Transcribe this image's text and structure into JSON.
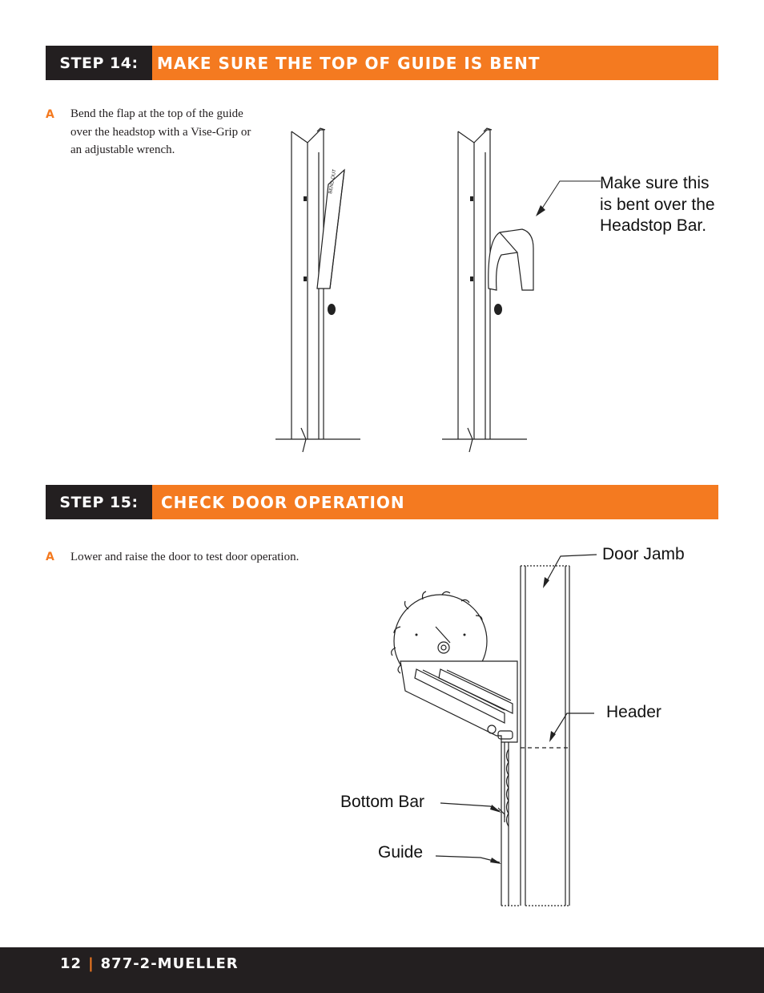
{
  "step14": {
    "label": "STEP 14:",
    "title": "MAKE SURE THE TOP OF GUIDE IS BENT",
    "instruction_letter": "A",
    "instruction_lines": [
      "Bend the flap at the top of the guide",
      "over the headstop with a Vise-Grip or",
      "an adjustable wrench."
    ],
    "figure_text": "BEND OUT",
    "callout_lines": [
      "Make sure this",
      "is bent over the",
      "Headstop Bar."
    ]
  },
  "step15": {
    "label": "STEP 15:",
    "title": "CHECK DOOR OPERATION",
    "instruction_letter": "A",
    "instruction": "Lower and raise the door to test door operation.",
    "labels": {
      "door_jamb": "Door Jamb",
      "header": "Header",
      "bottom_bar": "Bottom Bar",
      "guide": "Guide"
    }
  },
  "footer": {
    "page": "12",
    "separator": "|",
    "phone": "877-2-MUELLER"
  },
  "colors": {
    "accent": "#f47a20",
    "dark": "#231f20"
  }
}
